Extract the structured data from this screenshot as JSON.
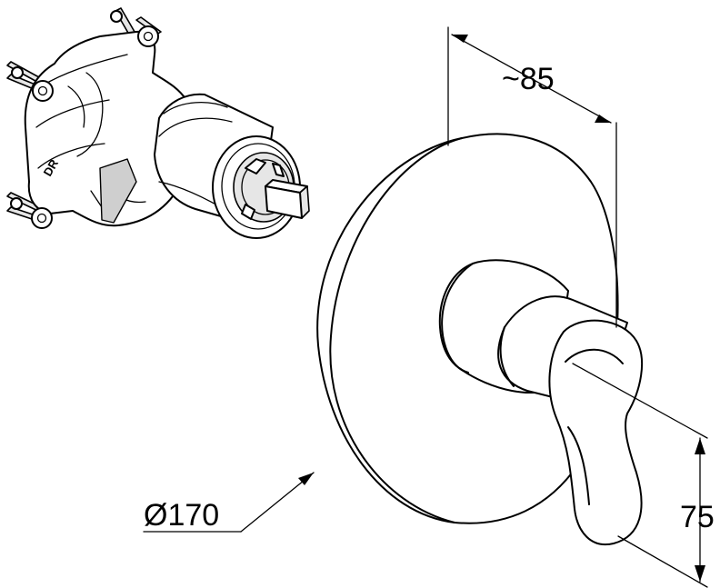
{
  "dimensions": {
    "depth": "~85",
    "diameter": "Ø170",
    "height": "75"
  },
  "parts": {
    "rough_in_body_marking": "DR"
  }
}
